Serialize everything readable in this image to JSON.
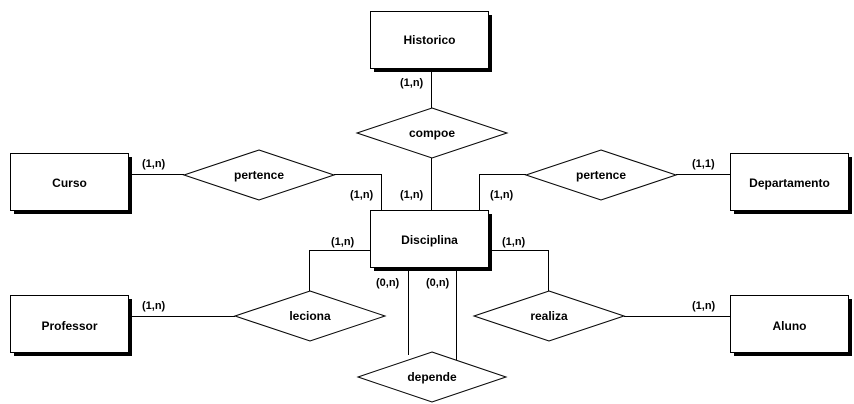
{
  "entities": {
    "historico": "Historico",
    "curso": "Curso",
    "disciplina": "Disciplina",
    "departamento": "Departamento",
    "professor": "Professor",
    "aluno": "Aluno"
  },
  "relationships": {
    "compoe": "compoe",
    "pertence_curso": "pertence",
    "pertence_departamento": "pertence",
    "leciona": "leciona",
    "realiza": "realiza",
    "depende": "depende"
  },
  "cardinalities": {
    "historico_compoe": "(1,n)",
    "disciplina_compoe": "(1,n)",
    "curso_pertence": "(1,n)",
    "disciplina_pertence_curso": "(1,n)",
    "disciplina_pertence_dep": "(1,n)",
    "departamento_pertence": "(1,1)",
    "disciplina_leciona": "(1,n)",
    "professor_leciona": "(1,n)",
    "disciplina_realiza": "(1,n)",
    "aluno_realiza": "(1,n)",
    "depende_left": "(0,n)",
    "depende_right": "(0,n)"
  },
  "colors": {
    "stroke": "#000000",
    "background": "#ffffff"
  }
}
